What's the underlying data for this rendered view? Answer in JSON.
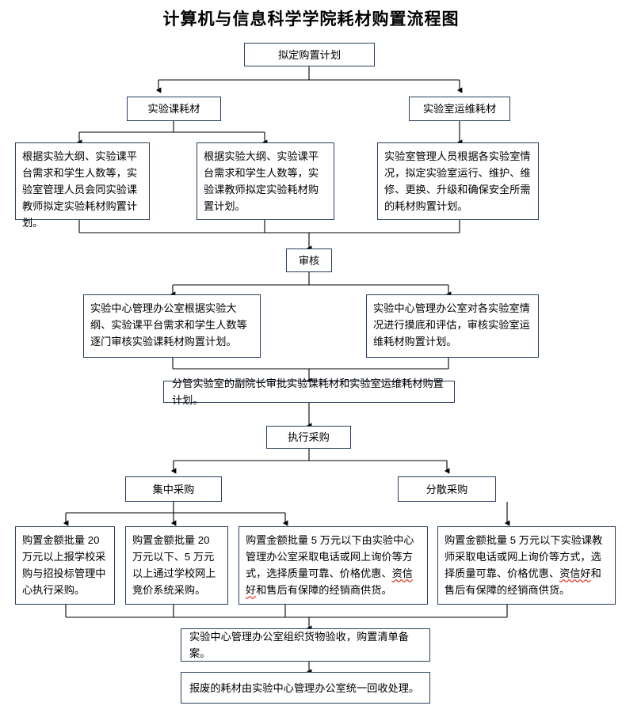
{
  "title": "计算机与信息科学学院耗材购置流程图",
  "colors": {
    "box_border": "#2a3f5f",
    "line": "#000000",
    "spellcheck_underline": "#e8443a",
    "background": "#ffffff"
  },
  "nodes": {
    "plan": "拟定购置计划",
    "lab_course_material": "实验课耗材",
    "lab_ops_material": "实验室运维耗材",
    "detail_1": "根据实验大纲、实验课平台需求和学生人数等，实验室管理人员会同实验课教师拟定实验耗材购置计划。",
    "detail_2": "根据实验大纲、实验课平台需求和学生人数等，实验课教师拟定实验耗材购置计划。",
    "detail_3": "实验室管理人员根据各实验室情况，拟定实验室运行、维护、维修、更换、升级和确保安全所需的耗材购置计划。",
    "review": "审核",
    "review_1": "实验中心管理办公室根据实验大纲、实验课平台需求和学生人数等逐门审核实验课耗材购置计划。",
    "review_2": "实验中心管理办公室对各实验室情况进行摸底和评估，审核实验室运维耗材购置计划。",
    "approval": "分管实验室的副院长审批实验课耗材和实验室运维耗材购置计划。",
    "execute_purchase": "执行采购",
    "centralized": "集中采购",
    "decentralized": "分散采购",
    "buy_1": "购置金额批量 20 万元以上报学校采购与招投标管理中心执行采购。",
    "buy_2": "购置金额批量 20 万元以下、5 万元以上通过学校网上竞价系统采购。",
    "buy_3_a": "购置金额批量 5 万元以下由实验中心管理办公室采取电话或网上询价等方式，选择质量可靠、价格优惠、",
    "buy_3_b": "资信好",
    "buy_3_c": "和售后有保障的经销商供货。",
    "buy_4_a": "购置金额批量 5 万元以下实验课教师采取电话或网上询价等方式，选择质量可靠、价格优惠、",
    "buy_4_b": "资信好",
    "buy_4_c": "和售后有保障的经销商供货。",
    "acceptance": "实验中心管理办公室组织货物验收，购置清单备案。",
    "disposal": "报废的耗材由实验中心管理办公室统一回收处理。"
  }
}
